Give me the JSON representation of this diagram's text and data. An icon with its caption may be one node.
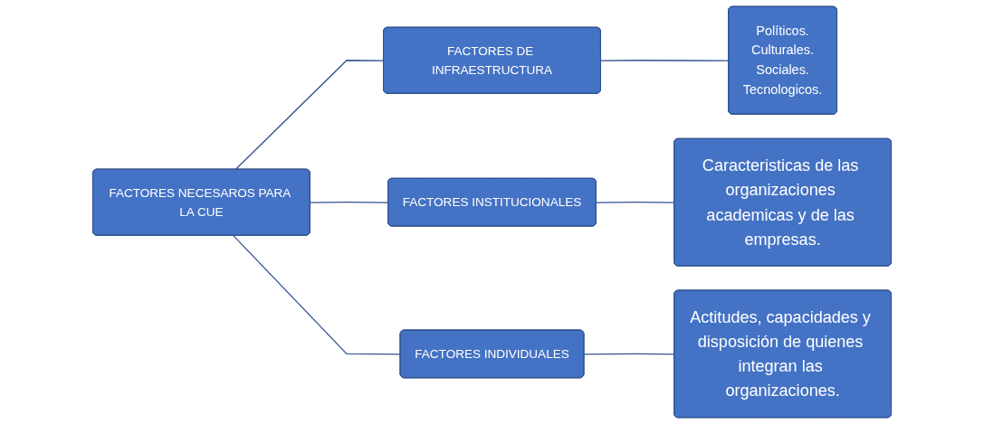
{
  "diagram": {
    "nodes": [
      {
        "text": [
          "FACTORES NECESAROS PARA LA CUE"
        ]
      },
      {
        "text": [
          "FACTORES DE INFRAESTRUCTURA"
        ]
      },
      {
        "text": [
          "FACTORES INSTITUCIONALES"
        ]
      },
      {
        "text": [
          "FACTORES INDIVIDUALES"
        ]
      },
      {
        "text": [
          "Políticos.",
          "Culturales.",
          "Sociales.",
          "Tecnologicos."
        ]
      },
      {
        "text": [
          "Caracteristicas de las organizaciones academicas y de las empresas."
        ]
      },
      {
        "text": [
          "Actitudes, capacidades y disposición de quienes integran las organizaciones."
        ]
      }
    ],
    "edges": [
      {
        "from": 0,
        "to": 1,
        "arrow": "none"
      },
      {
        "from": 0,
        "to": 2,
        "arrow": "none"
      },
      {
        "from": 0,
        "to": 3,
        "arrow": "none"
      },
      {
        "from": 1,
        "to": 4,
        "arrow": "none"
      },
      {
        "from": 2,
        "to": 5,
        "arrow": "none"
      },
      {
        "from": 3,
        "to": 6,
        "arrow": "none"
      }
    ]
  }
}
